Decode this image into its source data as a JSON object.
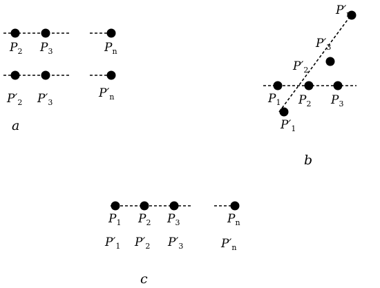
{
  "panels": {
    "a": {
      "label": "a",
      "row1": [
        {
          "base": "P",
          "prime": "",
          "sub": "2"
        },
        {
          "base": "P",
          "prime": "",
          "sub": "3"
        },
        {
          "base": "P",
          "prime": "",
          "sub": "n"
        }
      ],
      "row2": [
        {
          "base": "P",
          "prime": "′",
          "sub": "2"
        },
        {
          "base": "P",
          "prime": "′",
          "sub": "3"
        },
        {
          "base": "P",
          "prime": "′",
          "sub": "n"
        }
      ]
    },
    "b": {
      "label": "b",
      "horizontal": [
        {
          "base": "P",
          "prime": "",
          "sub": "1"
        },
        {
          "base": "P",
          "prime": "",
          "sub": "2"
        },
        {
          "base": "P",
          "prime": "",
          "sub": "3"
        }
      ],
      "diagonal": [
        {
          "base": "P",
          "prime": "′",
          "sub": "1"
        },
        {
          "base": "P",
          "prime": "′",
          "sub": "2"
        },
        {
          "base": "P",
          "prime": "′",
          "sub": "3"
        },
        {
          "base": "P",
          "prime": "′",
          "sub": "n"
        }
      ]
    },
    "c": {
      "label": "c",
      "row1": [
        {
          "base": "P",
          "prime": "",
          "sub": "1"
        },
        {
          "base": "P",
          "prime": "",
          "sub": "2"
        },
        {
          "base": "P",
          "prime": "",
          "sub": "3"
        },
        {
          "base": "P",
          "prime": "",
          "sub": "n"
        }
      ],
      "row2": [
        {
          "base": "P",
          "prime": "′",
          "sub": "1"
        },
        {
          "base": "P",
          "prime": "′",
          "sub": "2"
        },
        {
          "base": "P",
          "prime": "′",
          "sub": "3"
        },
        {
          "base": "P",
          "prime": "′",
          "sub": "n"
        }
      ]
    }
  }
}
